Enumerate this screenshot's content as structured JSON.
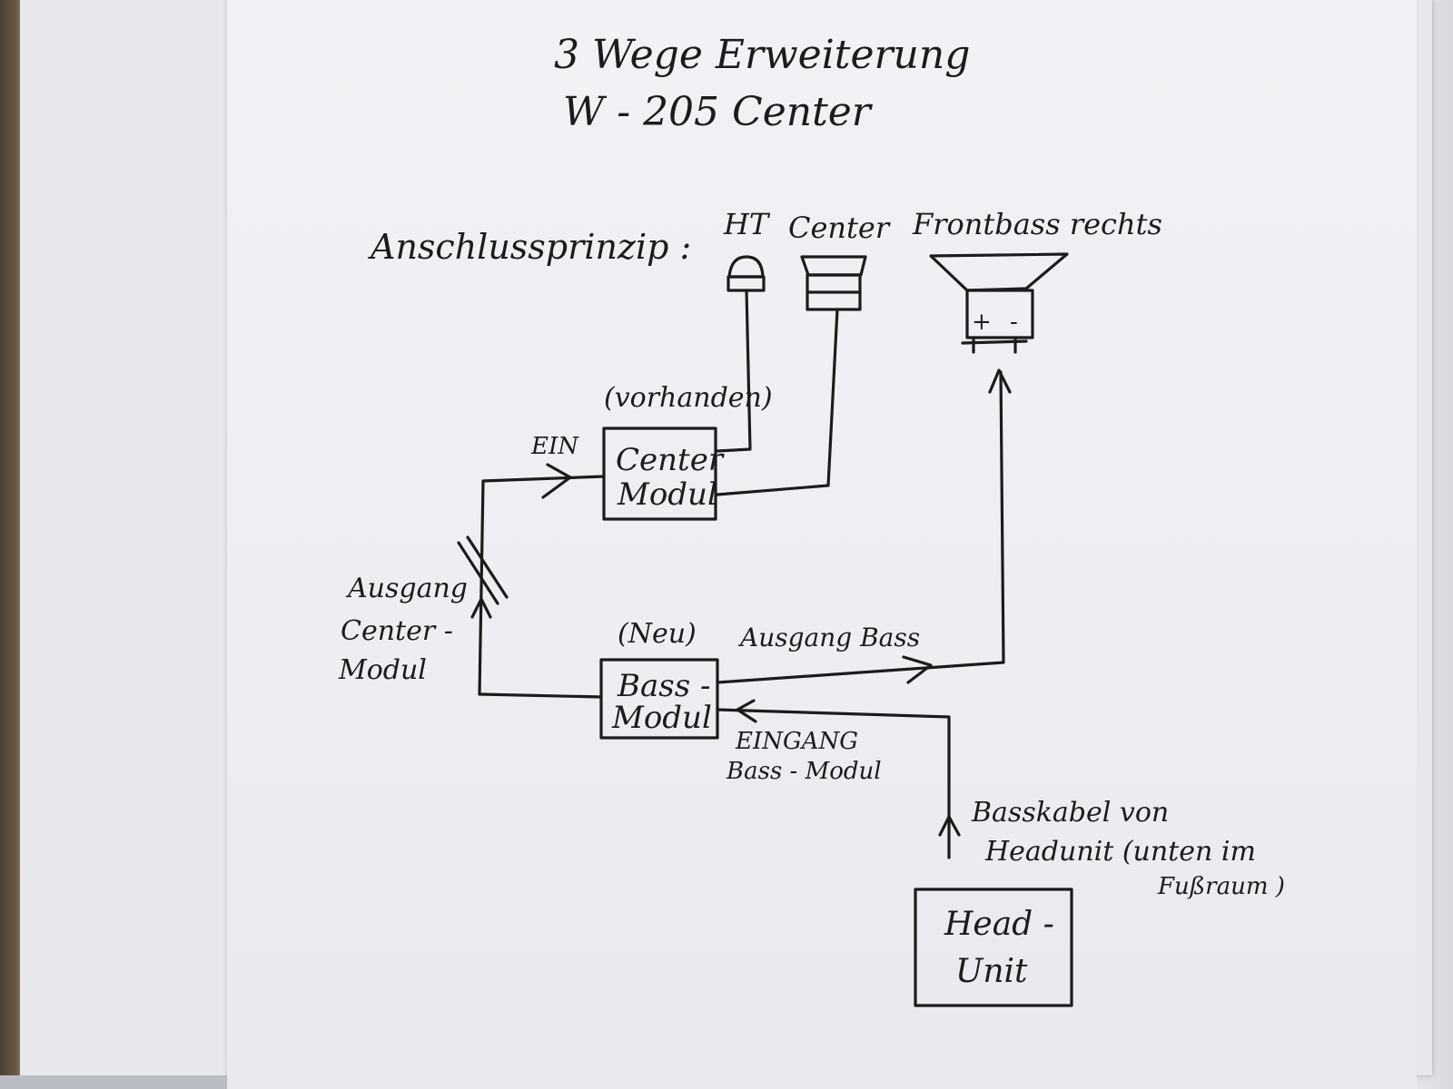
{
  "title": {
    "line1": "3 Wege Erweiterung",
    "line2": "W - 205 Center"
  },
  "heading": "Anschlussprinzip :",
  "speakers": {
    "tweeter_label": "HT",
    "center_label": "Center",
    "frontbass_label": "Frontbass rechts",
    "frontbass_plus": "+",
    "frontbass_minus": "-"
  },
  "center_module": {
    "note": "(vorhanden)",
    "line1": "Center",
    "line2": "Modul",
    "input_label": "EIN"
  },
  "bass_module": {
    "note": "(Neu)",
    "line1": "Bass -",
    "line2": "Modul",
    "output_label": "Ausgang Bass",
    "input_label_line1": "EINGANG",
    "input_label_line2": "Bass - Modul"
  },
  "center_output_label": {
    "line1": "Ausgang",
    "line2": "Center -",
    "line3": "Modul"
  },
  "bass_cable_label": {
    "line1": "Basskabel von",
    "line2": "Headunit (unten im",
    "line3": "Fußraum )"
  },
  "head_unit": {
    "line1": "Head -",
    "line2": "Unit"
  },
  "colors": {
    "ink": "#1c1c1c",
    "paper": "#eceef2"
  }
}
